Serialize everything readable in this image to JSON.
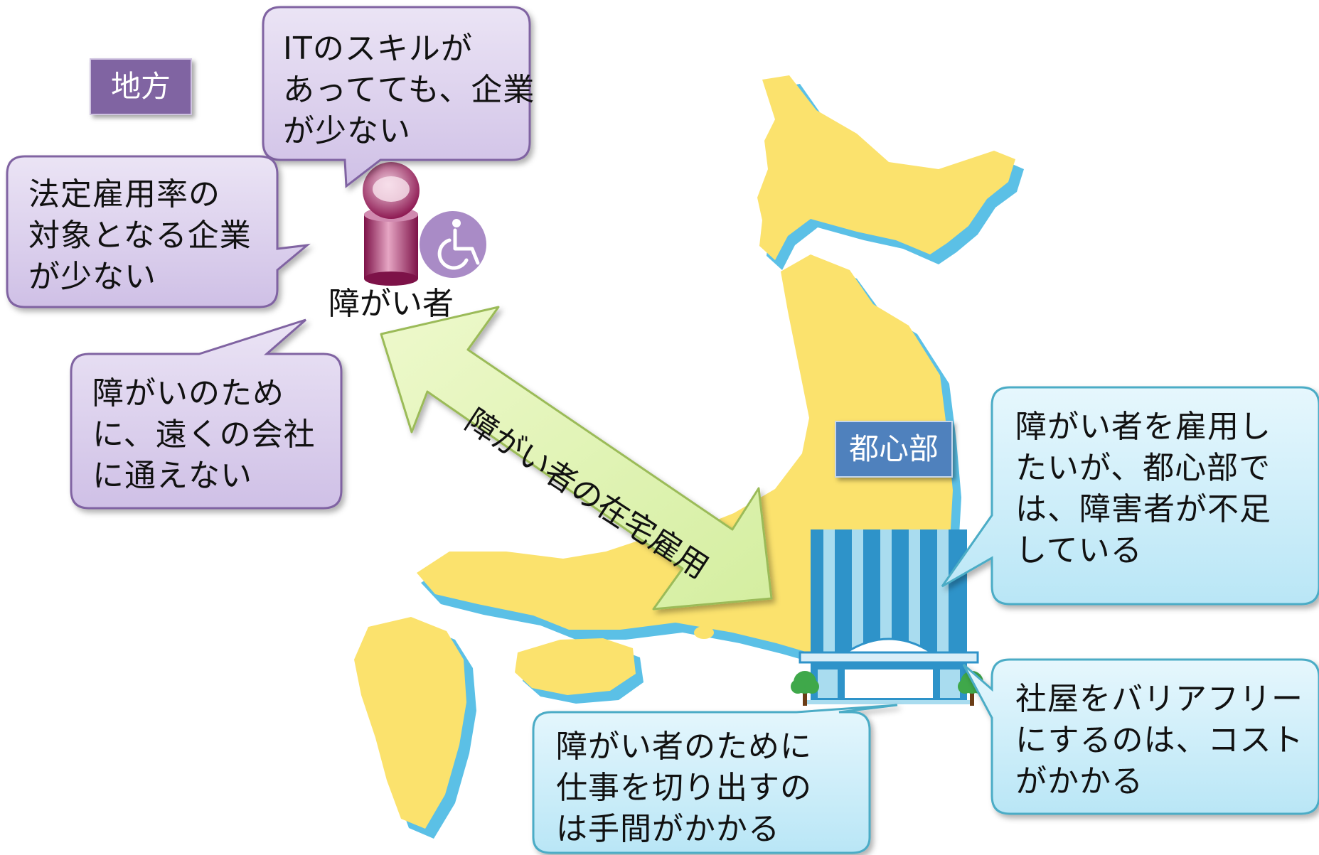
{
  "labels": {
    "region": "地方",
    "city": "都心部",
    "person": "障がい者",
    "arrow": "障がい者の在宅雇用"
  },
  "bubbles": {
    "it_skill": [
      "ITのスキルが",
      "あってても、企業",
      "が少ない"
    ],
    "legal_rate": [
      "法定雇用率の",
      "対象となる企業",
      "が少ない"
    ],
    "commute": [
      "障がいのため",
      "に、遠くの会社",
      "に通えない"
    ],
    "hire_shortage": [
      "障がい者を雇用し",
      "たいが、都心部で",
      "は、障害者が不足",
      "している"
    ],
    "barrier_free": [
      "社屋をバリアフリー",
      "にするのは、コスト",
      "がかかる"
    ],
    "job_carving": [
      "障がい者のために",
      "仕事を切り出すの",
      "は手間がかかる"
    ]
  },
  "colors": {
    "purple_bubble_fill": "#ddd3ee",
    "purple_bubble_stroke": "#8064a2",
    "blue_bubble_fill": "#d6f1fb",
    "blue_bubble_stroke": "#4bacc6",
    "arrow_fill": "#e4f5b8",
    "arrow_stroke": "#9bbb59",
    "map_land": "#fbe26d",
    "map_shadow": "#5bc0e6",
    "building_blue": "#2e93c9",
    "person_color": "#9c1d5d",
    "wheelchair_color": "#a98bc6"
  },
  "icons": [
    "person-icon",
    "wheelchair-icon",
    "building-icon",
    "tree-icon",
    "japan-map"
  ]
}
